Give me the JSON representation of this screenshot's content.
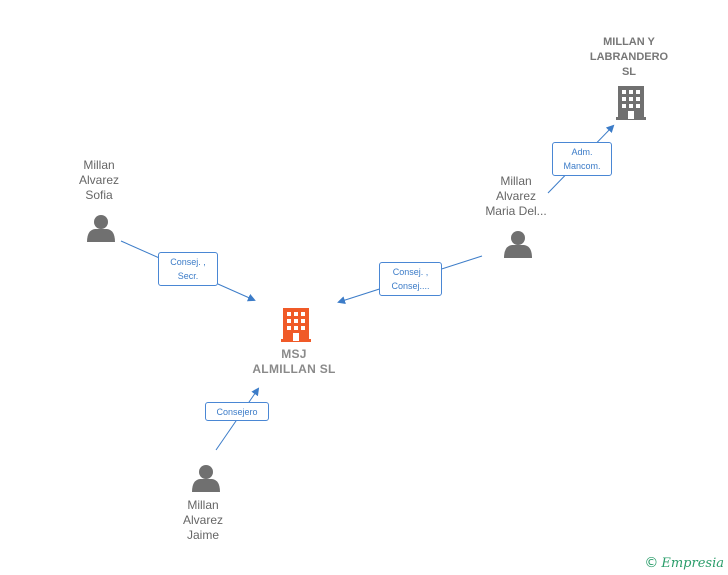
{
  "center_company": {
    "name": "MSJ\nALMILLAN  SL",
    "color": "#f05a28"
  },
  "companies": [
    {
      "id": "millan-y-labrandero",
      "name": "MILLAN Y\nLABRANDERO\nSL",
      "color": "#707070"
    }
  ],
  "people": [
    {
      "id": "sofia",
      "name": "Millan\nAlvarez\nSofia"
    },
    {
      "id": "maria",
      "name": "Millan\nAlvarez\nMaria Del..."
    },
    {
      "id": "jaime",
      "name": "Millan\nAlvarez\nJaime"
    }
  ],
  "relations": [
    {
      "from": "sofia",
      "to": "center",
      "label": "Consej. ,\nSecr."
    },
    {
      "from": "maria",
      "to": "center",
      "label": "Consej. ,\nConsej...."
    },
    {
      "from": "maria",
      "to": "millan-y-labrandero",
      "label": "Adm.\nMancom."
    },
    {
      "from": "jaime",
      "to": "center",
      "label": "Consejero"
    }
  ],
  "brand": {
    "copyright": "©",
    "name": "Empresia"
  },
  "colors": {
    "edge": "#3c7cc8",
    "person": "#707070"
  }
}
